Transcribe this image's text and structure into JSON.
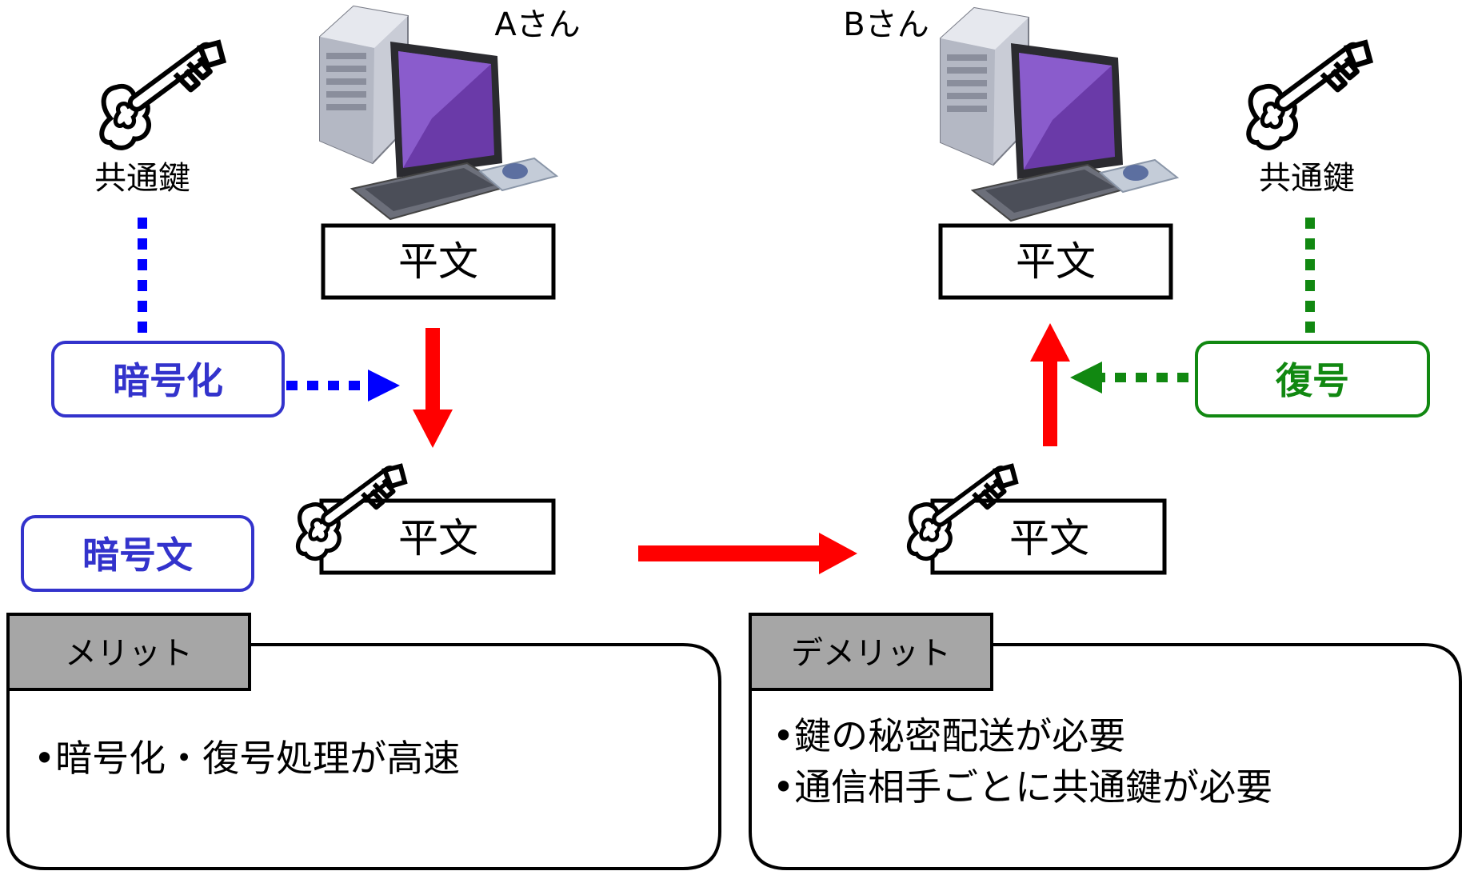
{
  "user_a": {
    "name": "Aさん"
  },
  "user_b": {
    "name": "Bさん"
  },
  "shared_key_label": "共通鍵",
  "plaintext_label": "平文",
  "encrypt_label": "暗号化",
  "decrypt_label": "復号",
  "ciphertext_label": "暗号文",
  "merit": {
    "title": "メリット",
    "items": [
      "•暗号化・復号処理が高速"
    ]
  },
  "demerit": {
    "title": "デメリット",
    "items": [
      "•鍵の秘密配送が必要",
      "•通信相手ごとに共通鍵が必要"
    ]
  },
  "colors": {
    "encrypt": "#3333cc",
    "encrypt_arrow": "#0000ff",
    "decrypt": "#118811",
    "flow_arrow": "#ff0000",
    "header_fill": "#a6a6a6"
  }
}
